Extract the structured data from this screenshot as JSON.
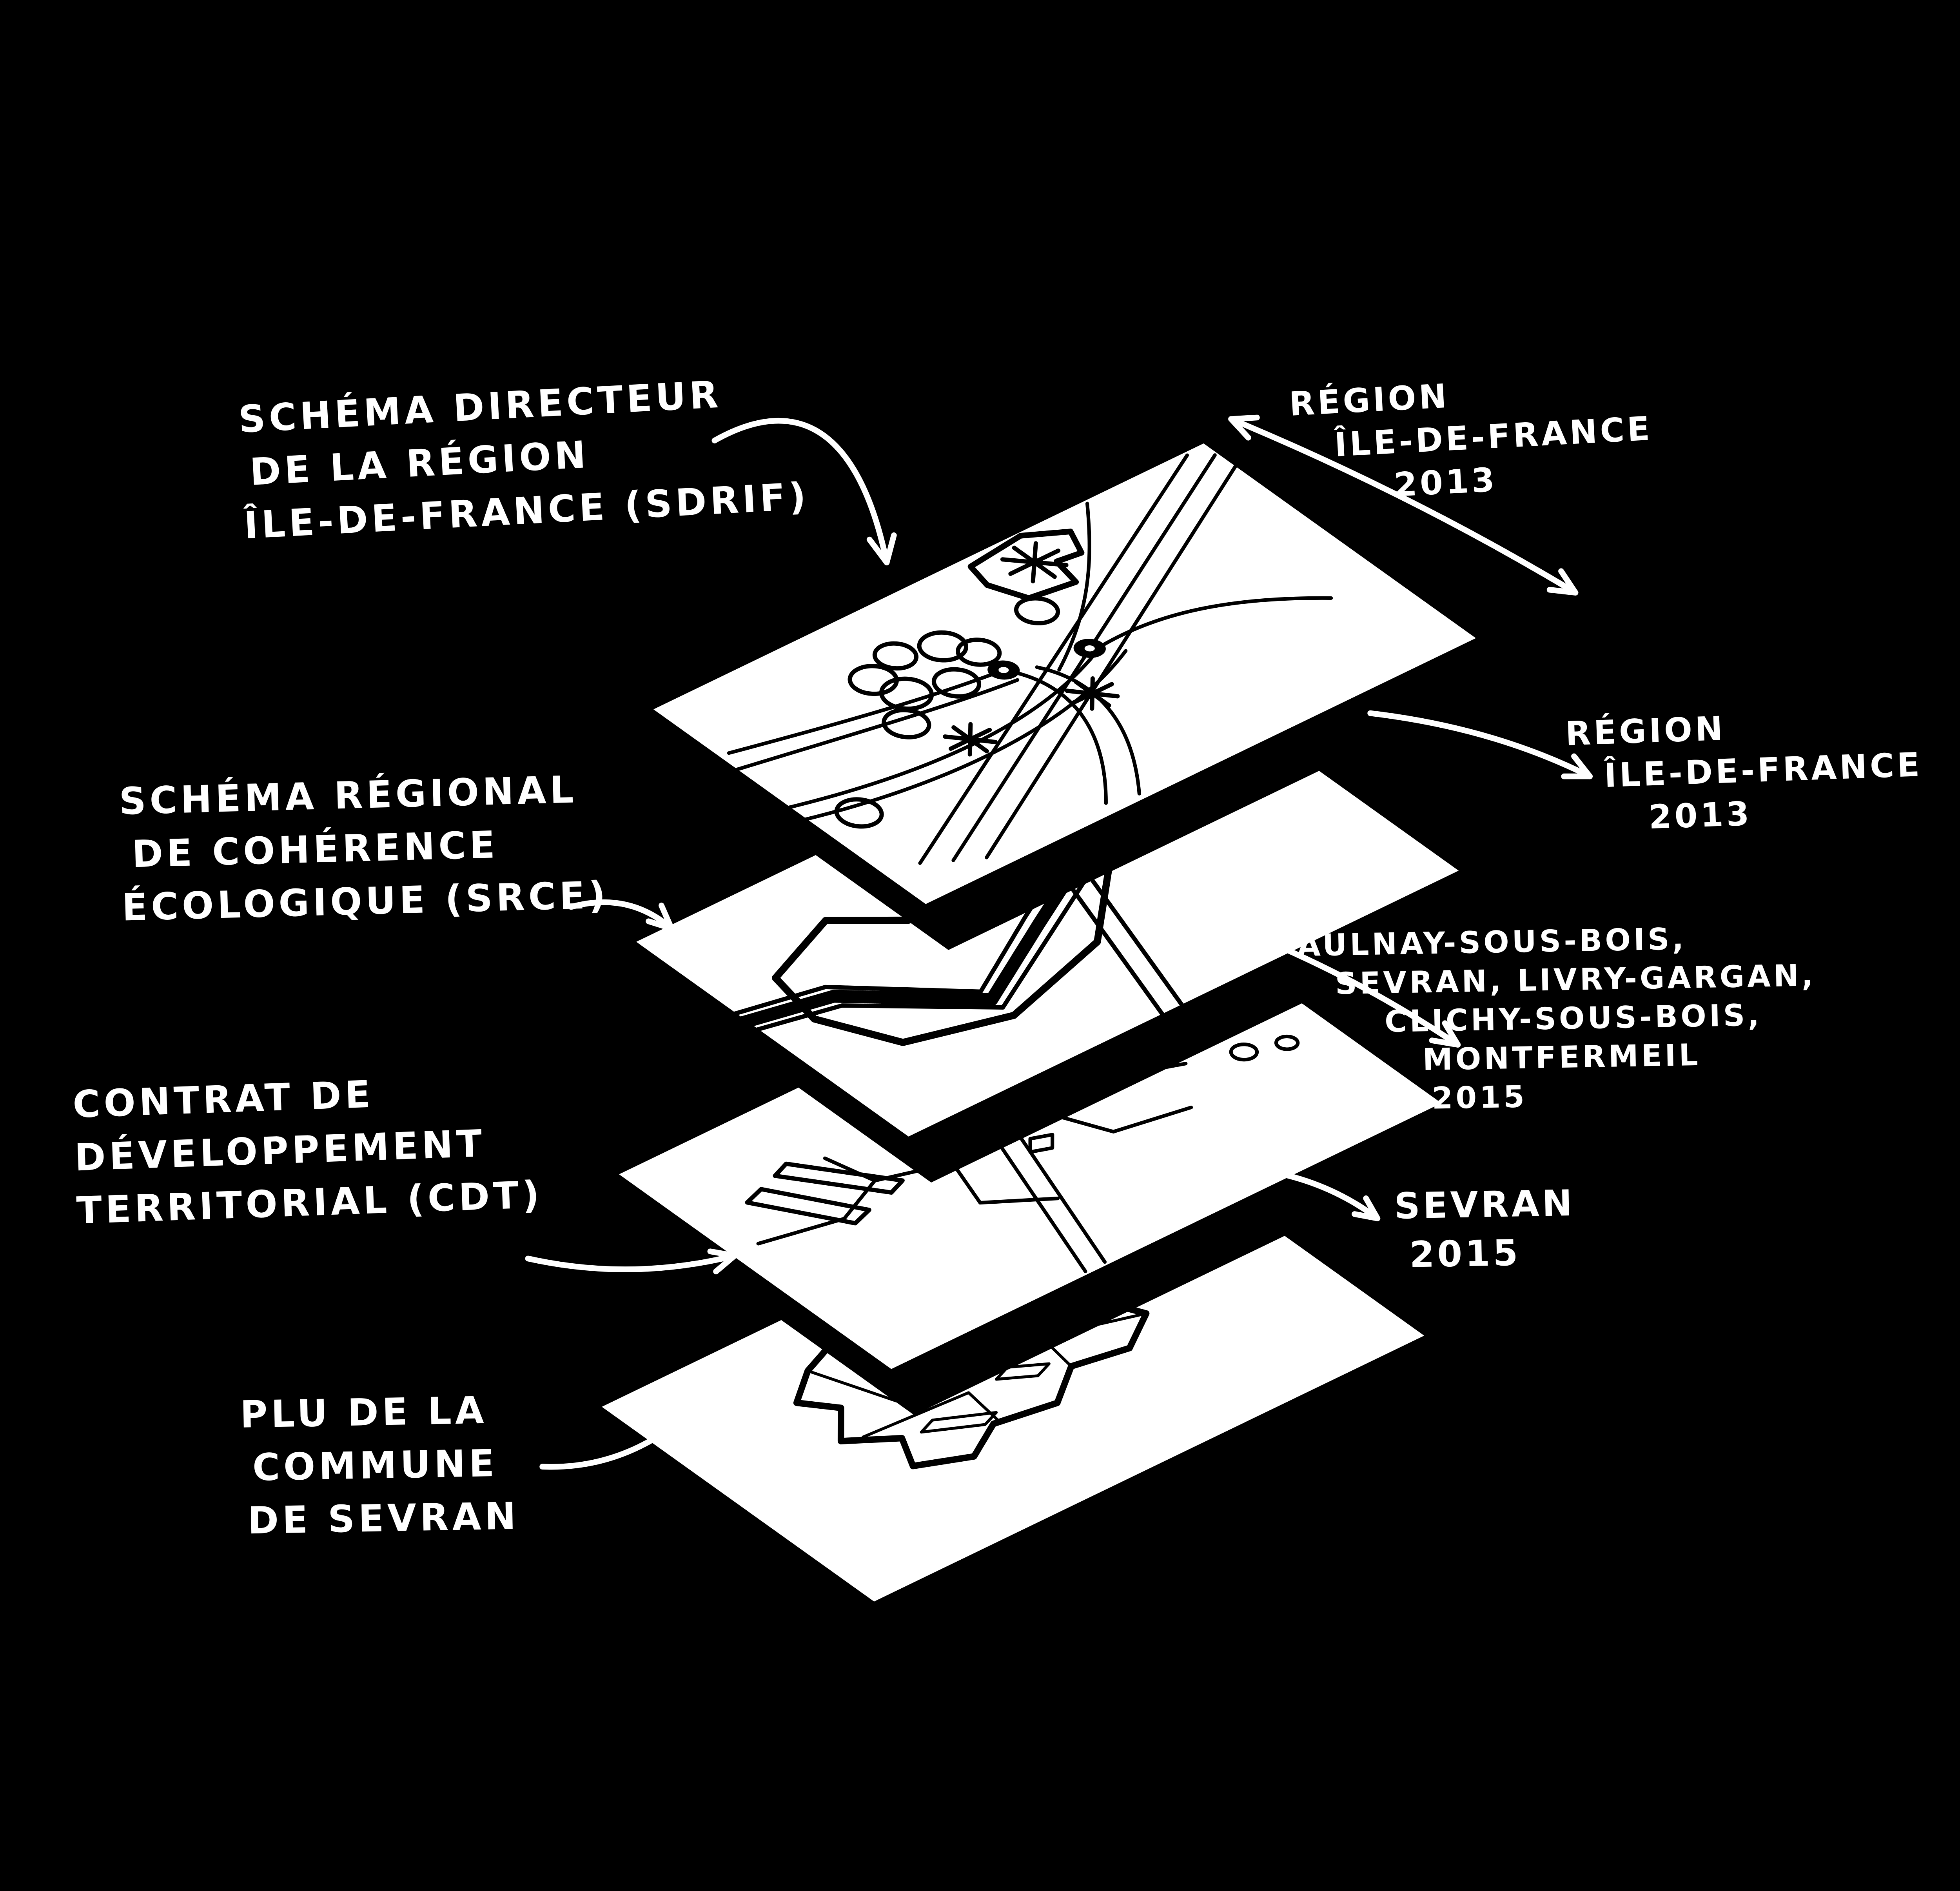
{
  "canvas": {
    "background": "#000000",
    "paper_color": "#ffffff",
    "map_ink": "#000000",
    "hand_ink": "#ffffff"
  },
  "diagram": {
    "layers": [
      {
        "id": "sdrif",
        "plan": {
          "lines": [
            "SCHÉMA DIRECTEUR",
            "DE LA RÉGION",
            "ÎLE-DE-FRANCE (SDRIF)"
          ]
        },
        "annotation": {
          "lines": [
            "RÉGION",
            "ÎLE-DE-FRANCE",
            "2013"
          ]
        }
      },
      {
        "id": "srce",
        "plan": {
          "lines": [
            "SCHÉMA RÉGIONAL",
            "DE COHÉRENCE",
            "ÉCOLOGIQUE (SRCE)"
          ]
        },
        "annotation": {
          "lines": [
            "RÉGION",
            "ÎLE-DE-FRANCE",
            "2013"
          ]
        }
      },
      {
        "id": "cdt",
        "plan": {
          "lines": [
            "CONTRAT DE",
            "DÉVELOPPEMENT",
            "TERRITORIAL (CDT)"
          ]
        },
        "annotation": {
          "lines": [
            "AULNAY-SOUS-BOIS,",
            "SEVRAN, LIVRY-GARGAN,",
            "CLICHY-SOUS-BOIS,",
            "MONTFERMEIL",
            "2015"
          ]
        }
      },
      {
        "id": "plu",
        "plan": {
          "lines": [
            "PLU DE LA",
            "COMMUNE",
            "DE SEVRAN"
          ]
        },
        "annotation": {
          "lines": [
            "SEVRAN",
            "2015"
          ]
        }
      }
    ]
  }
}
